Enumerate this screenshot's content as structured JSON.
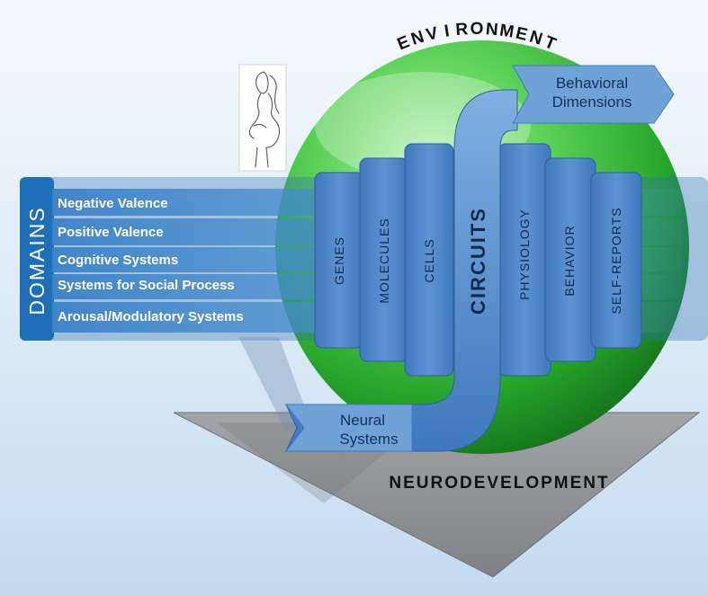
{
  "environment_label": "ENVIRONMENT",
  "neurodevelopment_label": "NEURODEVELOPMENT",
  "behavioral_dimensions": {
    "line1": "Behavioral",
    "line2": "Dimensions"
  },
  "neural_systems": {
    "line1": "Neural",
    "line2": "Systems"
  },
  "domains": {
    "title": "DOMAINS",
    "items": [
      "Negative Valence",
      "Positive Valence",
      "Cognitive Systems",
      "Systems for Social Process",
      "Arousal/Modulatory Systems"
    ]
  },
  "units_of_analysis": [
    "GENES",
    "MOLECULES",
    "CELLS",
    "CIRCUITS",
    "PHYSIOLOGY",
    "BEHAVIOR",
    "SELF-REPORTS"
  ],
  "icons": {
    "pregnancy": "pregnant-woman-sketch-icon"
  },
  "colors": {
    "sphere_green": "#3fbf3f",
    "domains_blue": "#1e6fb8",
    "column_blue": "#4f86c6",
    "triangle_gray": "#8f9294"
  }
}
